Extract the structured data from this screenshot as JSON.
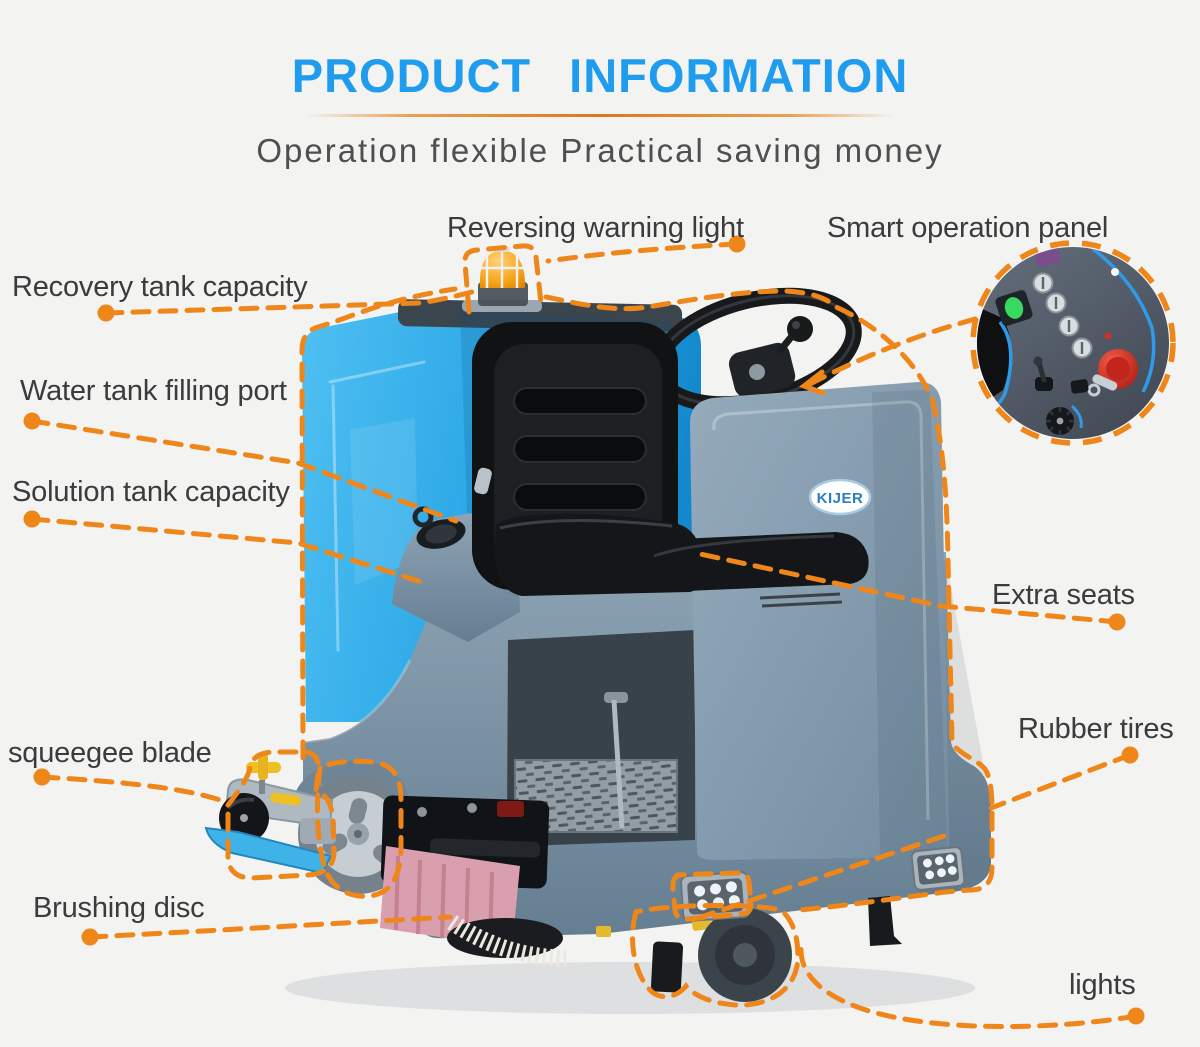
{
  "header": {
    "title": "PRODUCT INFORMATION",
    "subtitle": "Operation flexible Practical saving money"
  },
  "brand": {
    "logo_text": "KIJER"
  },
  "callouts": [
    {
      "id": "reversing-warning-light",
      "label": "Reversing warning light"
    },
    {
      "id": "smart-operation-panel",
      "label": "Smart operation panel"
    },
    {
      "id": "recovery-tank-capacity",
      "label": "Recovery tank capacity"
    },
    {
      "id": "water-tank-filling-port",
      "label": "Water tank filling port"
    },
    {
      "id": "solution-tank-capacity",
      "label": "Solution tank capacity"
    },
    {
      "id": "extra-seats",
      "label": "Extra seats"
    },
    {
      "id": "rubber-tires",
      "label": "Rubber tires"
    },
    {
      "id": "squeegee-blade",
      "label": "squeegee blade"
    },
    {
      "id": "brushing-disc",
      "label": "Brushing disc"
    },
    {
      "id": "lights",
      "label": "lights"
    }
  ],
  "colors": {
    "title_blue": "#1f9cee",
    "accent_orange": "#ef861a",
    "label_text": "#3b3b3b",
    "machine_blue": "#2ba9e8",
    "machine_gray": "#7e95a7",
    "beacon_amber": "#f5a000",
    "estop_red": "#c2251b"
  }
}
